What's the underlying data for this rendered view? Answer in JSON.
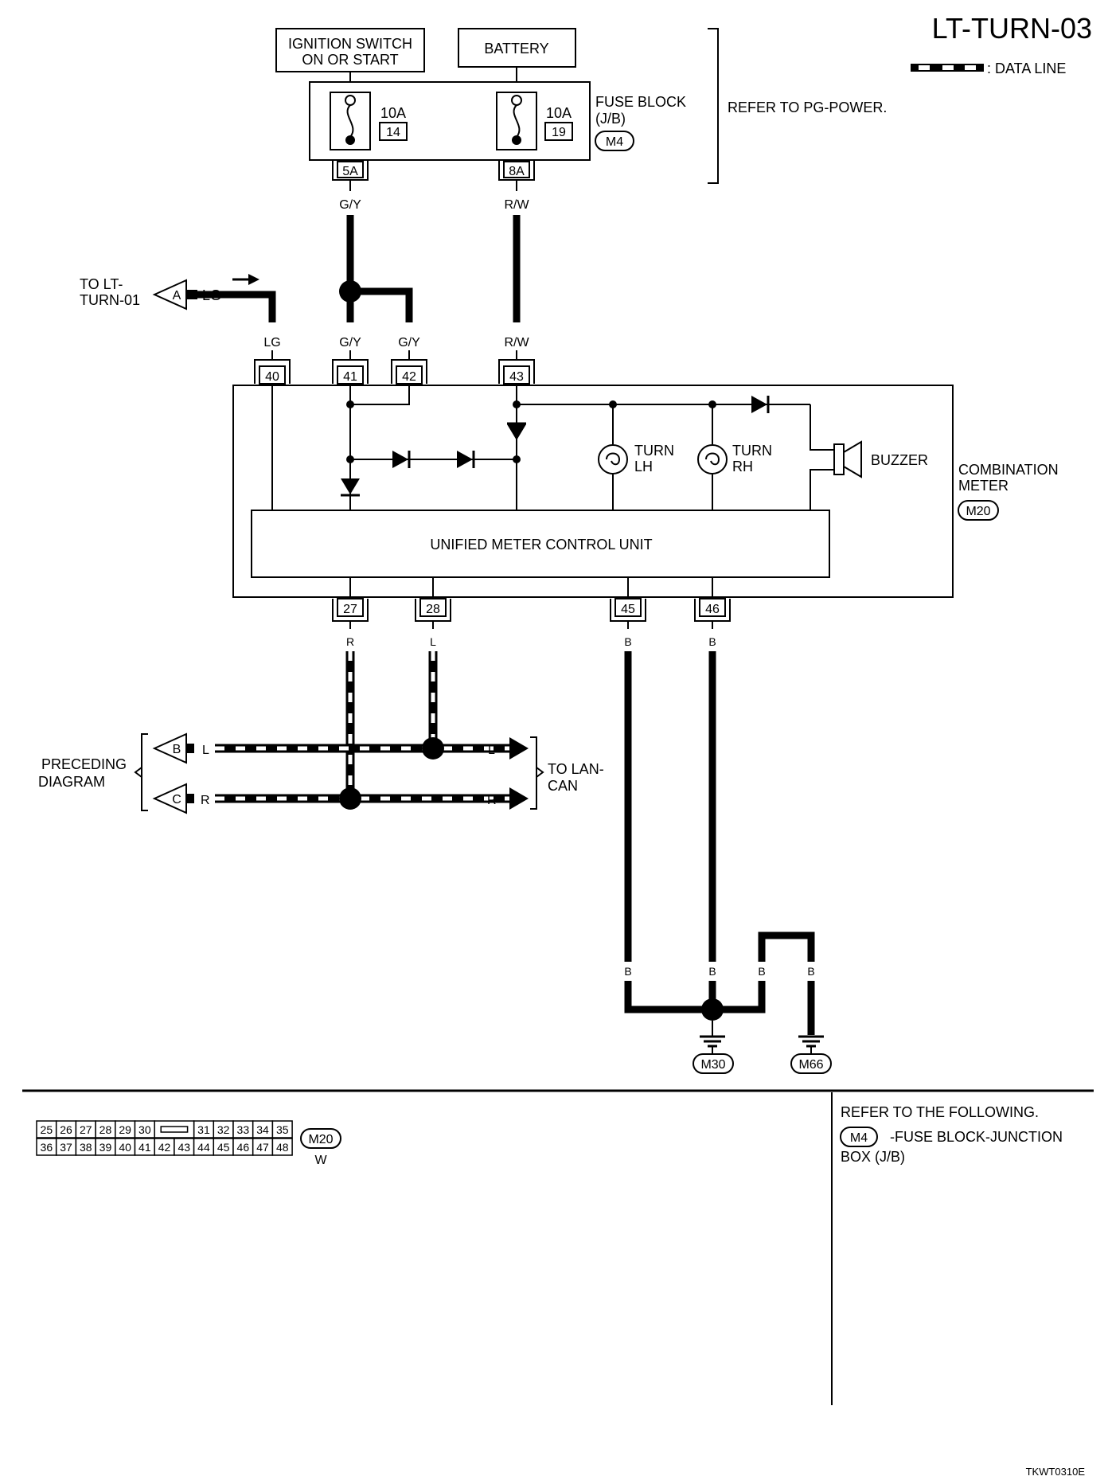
{
  "title": "LT-TURN-03",
  "legend": {
    "data_line": ": DATA LINE"
  },
  "sources": {
    "ignition_line1": "IGNITION SWITCH",
    "ignition_line2": "ON OR START",
    "battery": "BATTERY"
  },
  "fuse_block": {
    "label_line1": "FUSE BLOCK",
    "label_line2": "(J/B)",
    "connector": "M4",
    "refer": "REFER TO PG-POWER.",
    "fuses": [
      {
        "amp": "10A",
        "number": "14",
        "terminal": "5A",
        "wire": "G/Y"
      },
      {
        "amp": "10A",
        "number": "19",
        "terminal": "8A",
        "wire": "R/W"
      }
    ]
  },
  "offpage": {
    "to_lt_line1": "TO LT-",
    "to_lt_line2": "TURN-01",
    "a": "A",
    "a_wire": "LG",
    "b": "B",
    "c": "C",
    "b_wire": "L",
    "c_wire": "R",
    "preceding_line1": "PRECEDING",
    "preceding_line2": "DIAGRAM",
    "lan_line1": "TO LAN-",
    "lan_line2": "CAN",
    "right_l": "L",
    "right_r": "R"
  },
  "meter": {
    "label_line1": "COMBINATION",
    "label_line2": "METER",
    "connector": "M20",
    "unit": "UNIFIED METER CONTROL UNIT",
    "turn_lh_1": "TURN",
    "turn_lh_2": "LH",
    "turn_rh_1": "TURN",
    "turn_rh_2": "RH",
    "buzzer": "BUZZER",
    "top_pins": [
      {
        "pin": "40",
        "wire": "LG"
      },
      {
        "pin": "41",
        "wire": "G/Y"
      },
      {
        "pin": "42",
        "wire": "G/Y"
      },
      {
        "pin": "43",
        "wire": "R/W"
      }
    ],
    "bottom_pins": [
      {
        "pin": "27",
        "wire": "R"
      },
      {
        "pin": "28",
        "wire": "L"
      },
      {
        "pin": "45",
        "wire": "B"
      },
      {
        "pin": "46",
        "wire": "B"
      }
    ]
  },
  "grounds": {
    "wire": "B",
    "m30": "M30",
    "m66": "M66"
  },
  "connector_face": {
    "row1": [
      "25",
      "26",
      "27",
      "28",
      "29",
      "30",
      "31",
      "32",
      "33",
      "34",
      "35"
    ],
    "row2": [
      "36",
      "37",
      "38",
      "39",
      "40",
      "41",
      "42",
      "43",
      "44",
      "45",
      "46",
      "47",
      "48"
    ],
    "id": "M20",
    "color": "W"
  },
  "refer_following": {
    "heading": "REFER TO THE FOLLOWING.",
    "connector": "M4",
    "text_line1": "-FUSE BLOCK-JUNCTION",
    "text_line2": "BOX (J/B)"
  },
  "code": "TKWT0310E"
}
